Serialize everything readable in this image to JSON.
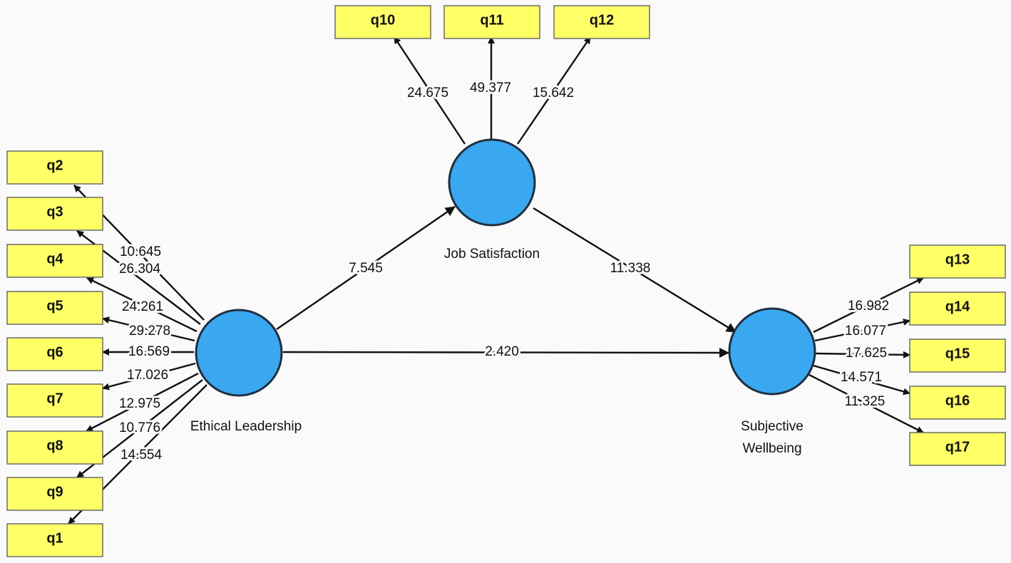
{
  "constructs": {
    "el": {
      "label": "Ethical Leadership"
    },
    "js": {
      "label": "Job Satisfaction"
    },
    "sw": {
      "label_lines": [
        "Subjective",
        "Wellbeing"
      ]
    }
  },
  "indicators": {
    "q1": "q1",
    "q2": "q2",
    "q3": "q3",
    "q4": "q4",
    "q5": "q5",
    "q6": "q6",
    "q7": "q7",
    "q8": "q8",
    "q9": "q9",
    "q10": "q10",
    "q11": "q11",
    "q12": "q12",
    "q13": "q13",
    "q14": "q14",
    "q15": "q15",
    "q16": "q16",
    "q17": "q17"
  },
  "paths": [
    {
      "from": "el",
      "to": "js",
      "value": "7.545"
    },
    {
      "from": "js",
      "to": "sw",
      "value": "11.338"
    },
    {
      "from": "el",
      "to": "sw",
      "value": "2.420"
    }
  ],
  "loadings": [
    {
      "construct": "el",
      "indicator": "q2",
      "value": "10.645"
    },
    {
      "construct": "el",
      "indicator": "q3",
      "value": "26.304"
    },
    {
      "construct": "el",
      "indicator": "q4",
      "value": "24.261"
    },
    {
      "construct": "el",
      "indicator": "q5",
      "value": "29.278"
    },
    {
      "construct": "el",
      "indicator": "q6",
      "value": "16.569"
    },
    {
      "construct": "el",
      "indicator": "q7",
      "value": "17.026"
    },
    {
      "construct": "el",
      "indicator": "q8",
      "value": "12.975"
    },
    {
      "construct": "el",
      "indicator": "q9",
      "value": "10.776"
    },
    {
      "construct": "el",
      "indicator": "q1",
      "value": "14.554"
    },
    {
      "construct": "js",
      "indicator": "q10",
      "value": "24.675"
    },
    {
      "construct": "js",
      "indicator": "q11",
      "value": "49.377"
    },
    {
      "construct": "js",
      "indicator": "q12",
      "value": "15.642"
    },
    {
      "construct": "sw",
      "indicator": "q13",
      "value": "16.982"
    },
    {
      "construct": "sw",
      "indicator": "q14",
      "value": "16.077"
    },
    {
      "construct": "sw",
      "indicator": "q15",
      "value": "17.625"
    },
    {
      "construct": "sw",
      "indicator": "q16",
      "value": "14.571"
    },
    {
      "construct": "sw",
      "indicator": "q17",
      "value": "11.325"
    }
  ],
  "colors": {
    "indicator_fill": "#ffff66",
    "construct_fill": "#3aa8f0",
    "line": "#111111"
  }
}
